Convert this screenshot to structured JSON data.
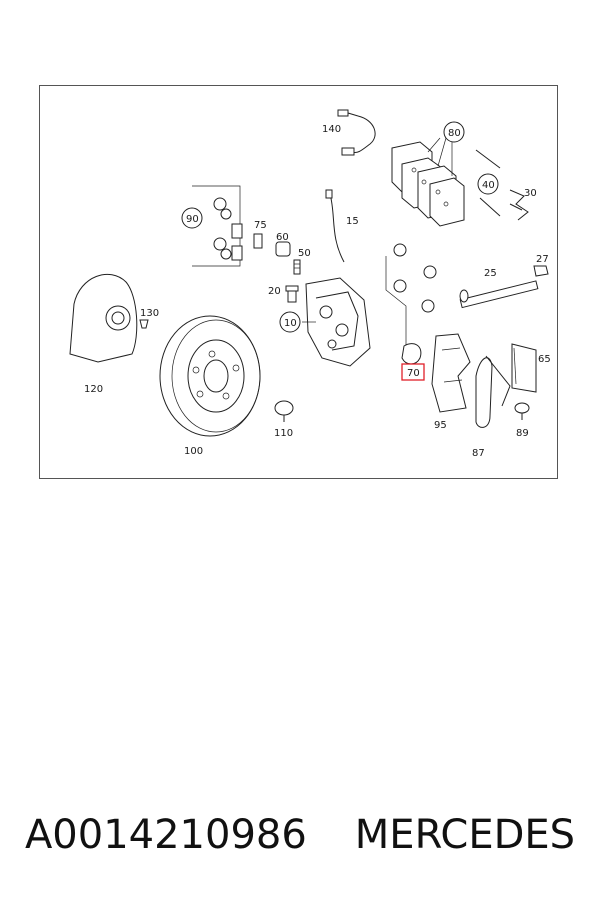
{
  "diagram": {
    "callouts": {
      "p140": "140",
      "p80": "80",
      "p40": "40",
      "p30": "30",
      "p90": "90",
      "p75": "75",
      "p60": "60",
      "p15": "15",
      "p50": "50",
      "p27": "27",
      "p25": "25",
      "p20": "20",
      "p130": "130",
      "p10": "10",
      "p65": "65",
      "p70": "70",
      "p120": "120",
      "p95": "95",
      "p89": "89",
      "p110": "110",
      "p87": "87",
      "p100": "100"
    },
    "highlight_color": "#e0202a"
  },
  "caption": {
    "part_number": "A0014210986",
    "brand": "MERCEDES"
  }
}
